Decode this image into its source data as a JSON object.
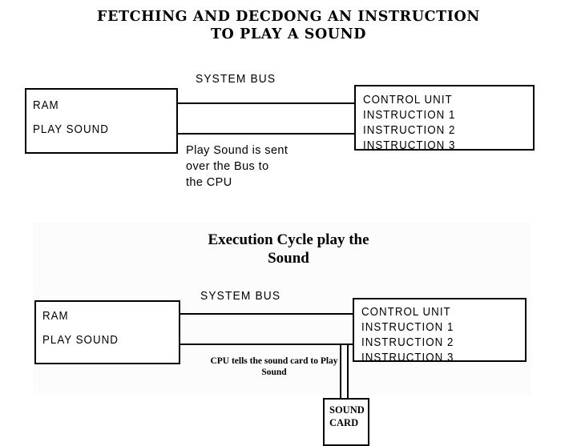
{
  "page": {
    "background": "#ffffff",
    "ink": "#000000",
    "panel_fill": "#fcfcfc"
  },
  "diagram_fetch": {
    "title": "FETCHING AND DECDONG AN INSTRUCTION\nTO PLAY A SOUND",
    "bus_label": "SYSTEM BUS",
    "ram_box": {
      "line1": "RAM",
      "line2": "PLAY SOUND"
    },
    "cpu_box": {
      "line1": "CONTROL UNIT",
      "line2": "INSTRUCTION 1",
      "line3": "INSTRUCTION 2",
      "line4": "INSTRUCTION 3"
    },
    "caption": "Play Sound is sent\nover the Bus to\nthe CPU"
  },
  "diagram_execute": {
    "title": "Execution Cycle play the\nSound",
    "bus_label": "SYSTEM BUS",
    "ram_box": {
      "line1": "RAM",
      "line2": "PLAY SOUND"
    },
    "cpu_box": {
      "line1": "CONTROL UNIT",
      "line2": "INSTRUCTION 1",
      "line3": "INSTRUCTION 2",
      "line4": "INSTRUCTION 3"
    },
    "caption": "CPU tells the sound card to Play\nSound",
    "sound_card": "SOUND\nCARD"
  }
}
